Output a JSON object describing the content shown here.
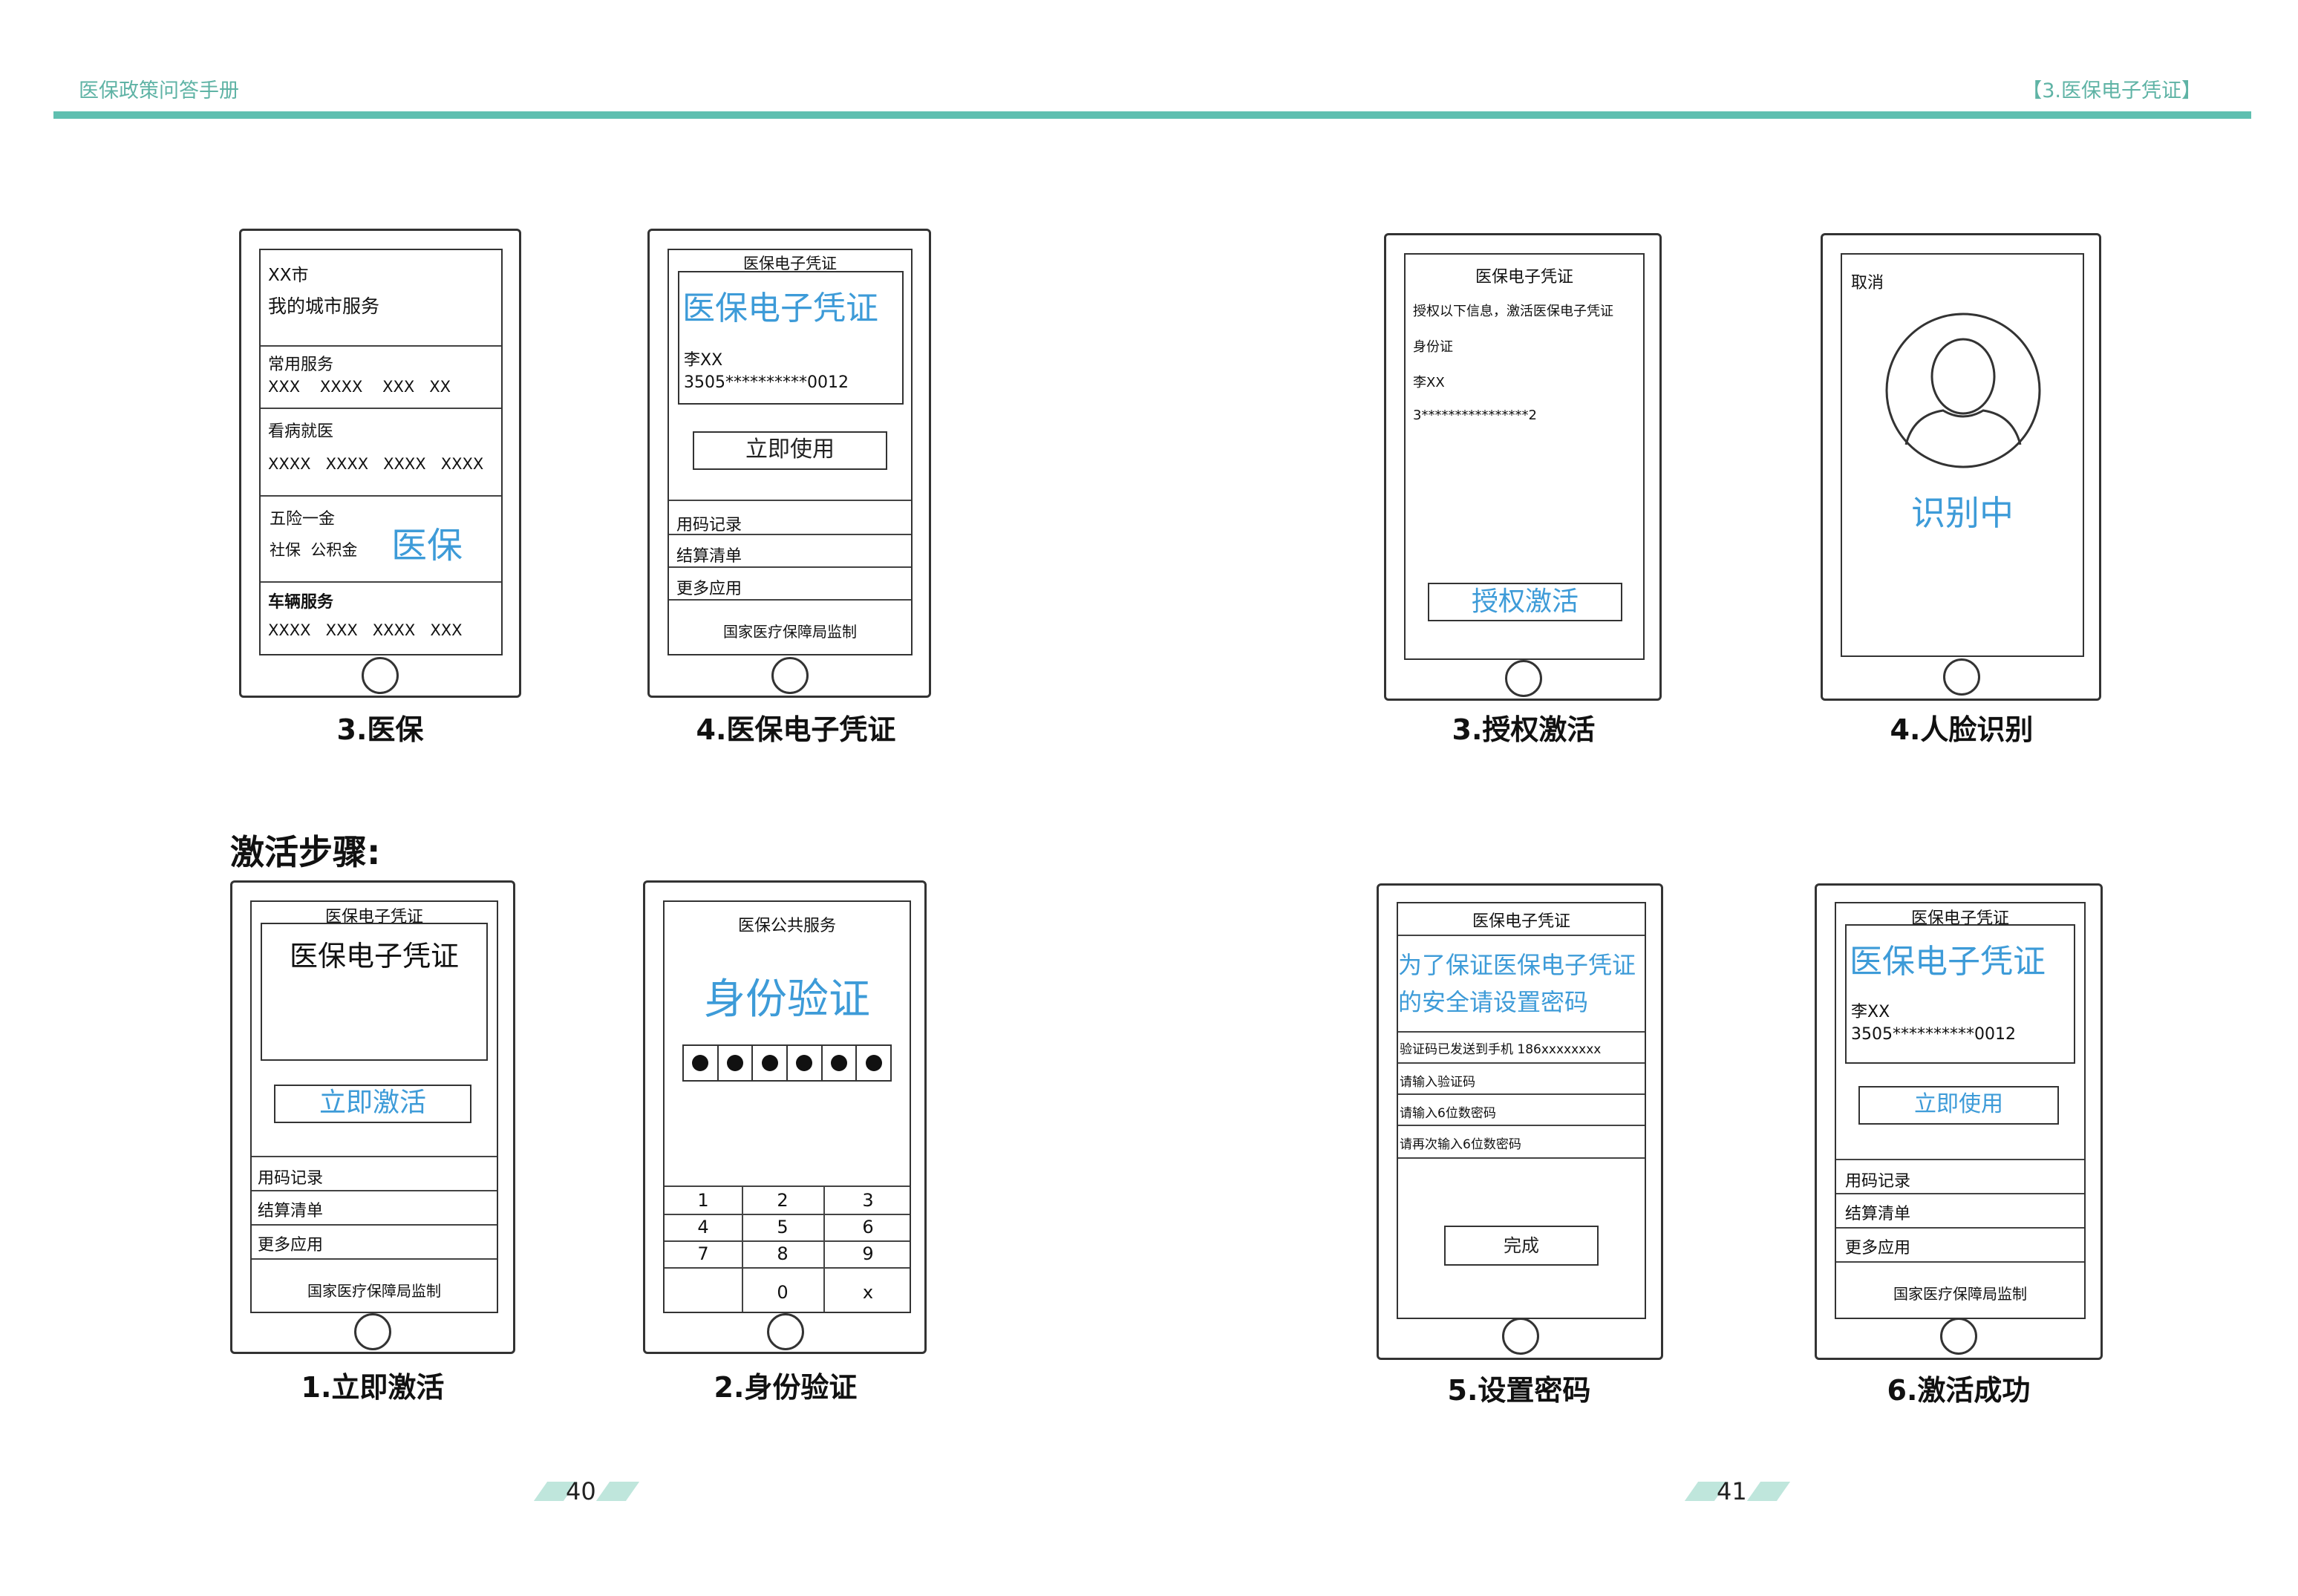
{
  "header": {
    "left": "医保政策问答手册",
    "right": "【3.医保电子凭证】"
  },
  "section_title": "激活步骤:",
  "pages": {
    "left": "40",
    "right": "41"
  },
  "phones": {
    "p1": {
      "caption": "3.医保",
      "city": "XX市",
      "service_title": "我的城市服务",
      "g1_title": "常用服务",
      "g1_items": "XXX    XXXX    XXX   XX",
      "g2_title": "看病就医",
      "g2_items": "XXXX   XXXX   XXXX   XXXX",
      "g3_title": "五险一金",
      "g3_items": "社保  公积金",
      "g3_highlight": "医保",
      "g4_title": "车辆服务",
      "g4_items": "XXXX   XXX   XXXX   XXX"
    },
    "p2": {
      "caption": "4.医保电子凭证",
      "title": "医保电子凭证",
      "card_title": "医保电子凭证",
      "name": "李XX",
      "id": "3505**********0012",
      "button": "立即使用",
      "menu1": "用码记录",
      "menu2": "结算清单",
      "menu3": "更多应用",
      "footer": "国家医疗保障局监制"
    },
    "p3": {
      "caption": "3.授权激活",
      "title": "医保电子凭证",
      "line1": "授权以下信息，激活医保电子凭证",
      "line2": "身份证",
      "line3": "李XX",
      "line4": "3****************2",
      "button": "授权激活"
    },
    "p4": {
      "caption": "4.人脸识别",
      "cancel": "取消",
      "status": "识别中"
    },
    "p5": {
      "caption": "1.立即激活",
      "title": "医保电子凭证",
      "card_title": "医保电子凭证",
      "button": "立即激活",
      "menu1": "用码记录",
      "menu2": "结算清单",
      "menu3": "更多应用",
      "footer": "国家医疗保障局监制"
    },
    "p6": {
      "caption": "2.身份验证",
      "title": "医保公共服务",
      "heading": "身份验证",
      "keys": [
        "1",
        "2",
        "3",
        "4",
        "5",
        "6",
        "7",
        "8",
        "9",
        "",
        "0",
        "x"
      ]
    },
    "p7": {
      "caption": "5.设置密码",
      "title": "医保电子凭证",
      "heading1": "为了保证医保电子凭证",
      "heading2": "的安全请设置密码",
      "row1": "验证码已发送到手机 186xxxxxxxx",
      "row2": "请输入验证码",
      "row3": "请输入6位数密码",
      "row4": "请再次输入6位数密码",
      "button": "完成"
    },
    "p8": {
      "caption": "6.激活成功",
      "title": "医保电子凭证",
      "card_title": "医保电子凭证",
      "name": "李XX",
      "id": "3505**********0012",
      "button": "立即使用",
      "menu1": "用码记录",
      "menu2": "结算清单",
      "menu3": "更多应用",
      "footer": "国家医疗保障局监制"
    }
  }
}
